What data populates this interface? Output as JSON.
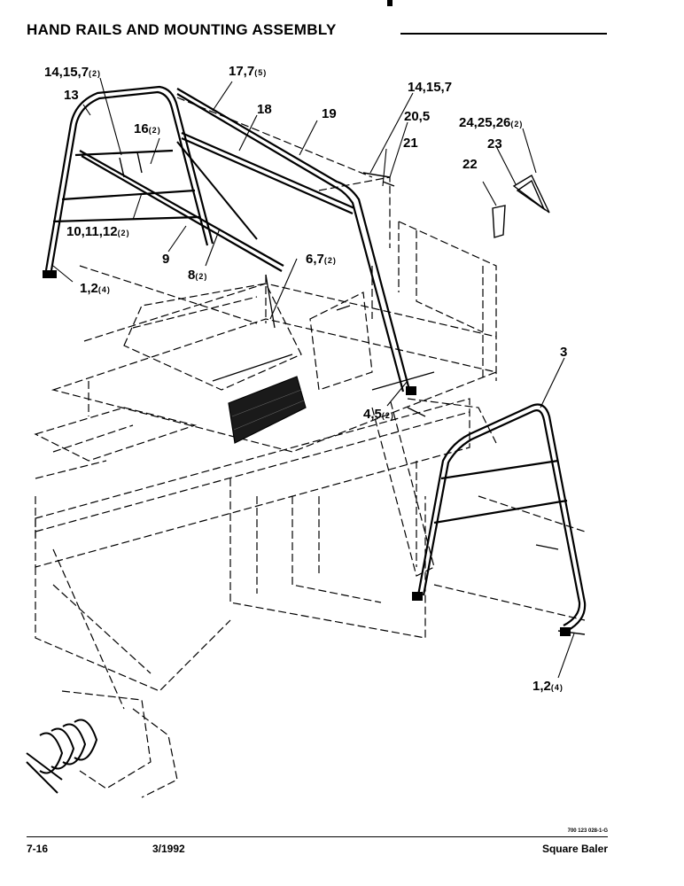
{
  "header": {
    "title": "HAND RAILS AND MOUNTING ASSEMBLY"
  },
  "callouts": [
    {
      "main": "14,15,7",
      "qty": "(2)"
    },
    {
      "main": "13",
      "qty": ""
    },
    {
      "main": "17,7",
      "qty": "(5)"
    },
    {
      "main": "18",
      "qty": ""
    },
    {
      "main": "19",
      "qty": ""
    },
    {
      "main": "14,15,7",
      "qty": ""
    },
    {
      "main": "16",
      "qty": "(2)"
    },
    {
      "main": "20,5",
      "qty": ""
    },
    {
      "main": "21",
      "qty": ""
    },
    {
      "main": "24,25,26",
      "qty": "(2)"
    },
    {
      "main": "23",
      "qty": ""
    },
    {
      "main": "22",
      "qty": ""
    },
    {
      "main": "10,11,12",
      "qty": "(2)"
    },
    {
      "main": "9",
      "qty": ""
    },
    {
      "main": "6,7",
      "qty": "(2)"
    },
    {
      "main": "8",
      "qty": "(2)"
    },
    {
      "main": "1,2",
      "qty": "(4)"
    },
    {
      "main": "3",
      "qty": ""
    },
    {
      "main": "4,5",
      "qty": "(2)"
    },
    {
      "main": "1,2",
      "qty": "(4)"
    }
  ],
  "drawing_number": "700 123 028-1-G",
  "footer": {
    "page": "7-16",
    "date": "3/1992",
    "model": "Square Baler"
  }
}
